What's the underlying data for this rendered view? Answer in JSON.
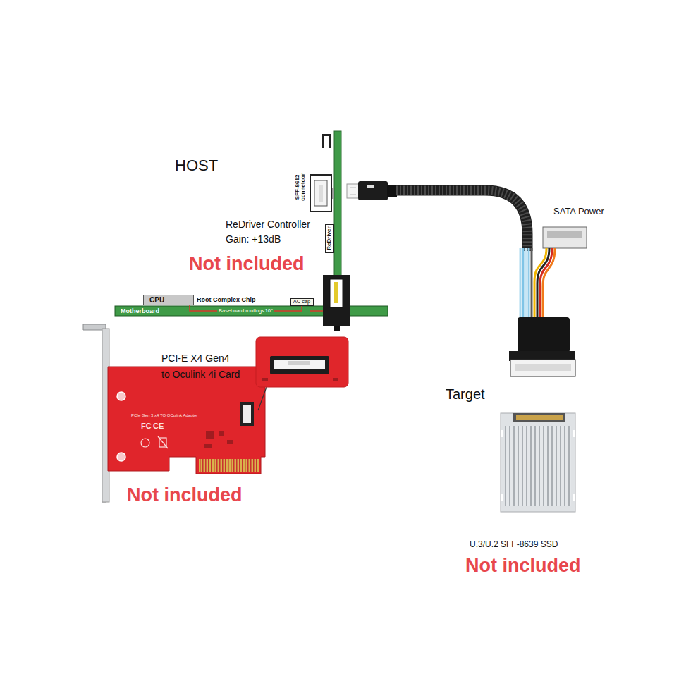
{
  "diagram": {
    "nodes": [
      {
        "text": [
          "ReDriver"
        ]
      },
      {
        "text": [
          "CPU"
        ]
      },
      {
        "text": [
          "AC cap"
        ]
      },
      {
        "text": [
          "Motherboard"
        ]
      }
    ],
    "edges": [
      {
        "from": 1,
        "to": 2,
        "label": "Baseboard routing<10\"",
        "arrow": "none"
      }
    ],
    "labels": [
      "HOST",
      "SFF-8612 connetcor",
      "ReDriver Controller",
      "Gain: +13dB",
      "Not included",
      "SATA Power",
      "Root Complex Chip",
      "PCI-E X4 Gen4",
      "to Oculink 4i Card",
      "PCIe Gen 3 x4 TO OCulink Adapter",
      "FC",
      "CE",
      "Target",
      "Not included",
      "U.3/U.2 SFF-8639 SSD",
      "Not included"
    ]
  }
}
